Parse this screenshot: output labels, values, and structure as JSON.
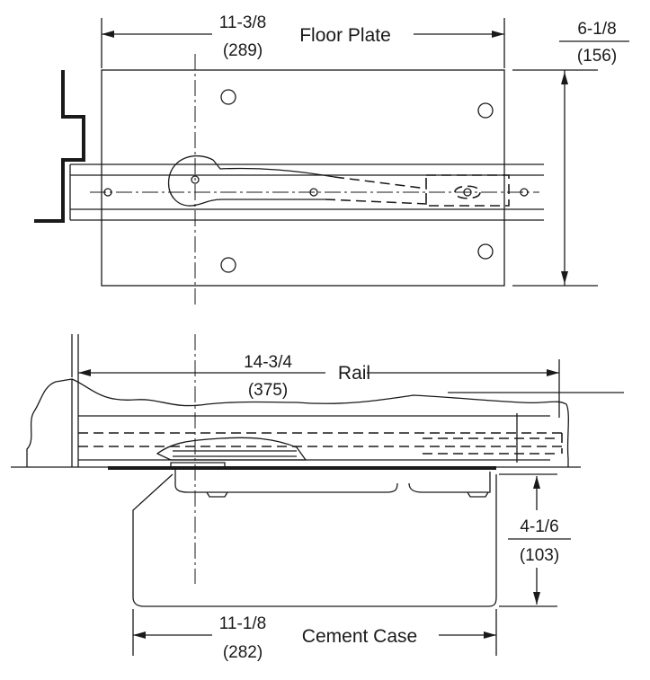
{
  "top_view": {
    "floor_plate": {
      "name": "Floor Plate",
      "width_in": "11-3/8",
      "width_mm": "(289)",
      "height_in": "6-1/8",
      "height_mm": "(156)"
    }
  },
  "side_view": {
    "rail": {
      "name": "Rail",
      "length_in": "14-3/4",
      "length_mm": "(375)"
    },
    "cement_case": {
      "name": "Cement Case",
      "width_in": "11-1/8",
      "width_mm": "(282)",
      "depth_in": "4-1/6",
      "depth_mm": "(103)"
    }
  }
}
